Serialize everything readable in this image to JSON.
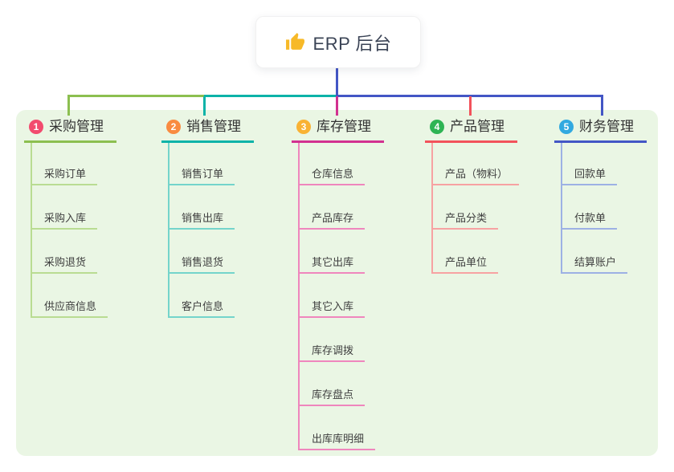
{
  "root": {
    "title": "ERP 后台",
    "icon": "thumbs-up-icon",
    "icon_color": "#f7b928"
  },
  "canvas": {
    "panel_color": "#eaf6e4",
    "root_connector_color": "#4356c5"
  },
  "bus_segments": [
    {
      "name": "left",
      "color": "#8cbf50"
    },
    {
      "name": "middle",
      "color": "#0cb3a8"
    },
    {
      "name": "right",
      "color": "#4356c5"
    }
  ],
  "branches": [
    {
      "number": "1",
      "label": "采购管理",
      "badge_color": "#f24b6e",
      "line_color": "#8cbf50",
      "sub_line_color": "#b9dc92",
      "items": [
        "采购订单",
        "采购入库",
        "采购退货",
        "供应商信息"
      ]
    },
    {
      "number": "2",
      "label": "销售管理",
      "badge_color": "#f98b40",
      "line_color": "#0cb3a8",
      "sub_line_color": "#74d4cb",
      "items": [
        "销售订单",
        "销售出库",
        "销售退货",
        "客户信息"
      ]
    },
    {
      "number": "3",
      "label": "库存管理",
      "badge_color": "#f9b234",
      "line_color": "#d23190",
      "sub_line_color": "#ef86bd",
      "items": [
        "仓库信息",
        "产品库存",
        "其它出库",
        "其它入库",
        "库存调拨",
        "库存盘点",
        "出库库明细"
      ]
    },
    {
      "number": "4",
      "label": "产品管理",
      "badge_color": "#2eb454",
      "line_color": "#f2525b",
      "sub_line_color": "#f7a2a2",
      "items": [
        "产品（物料）",
        "产品分类",
        "产品单位"
      ]
    },
    {
      "number": "5",
      "label": "财务管理",
      "badge_color": "#32a9e0",
      "line_color": "#4356c5",
      "sub_line_color": "#9db1e4",
      "items": [
        "回款单",
        "付款单",
        "结算账户"
      ]
    }
  ]
}
